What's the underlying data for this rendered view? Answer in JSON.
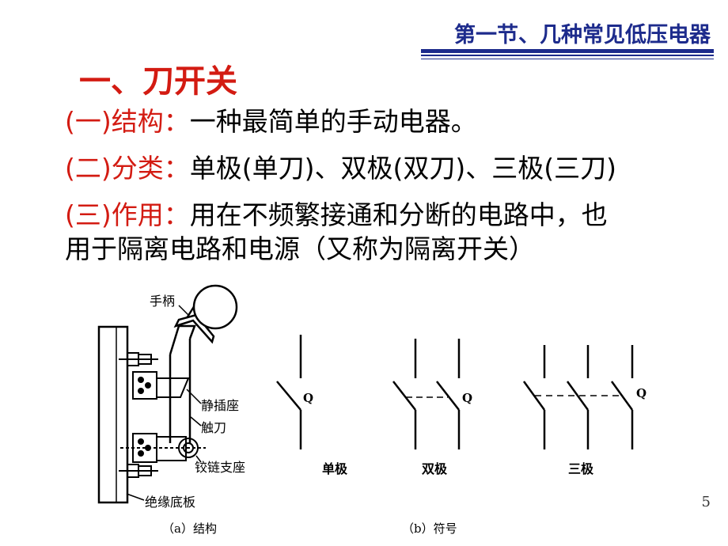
{
  "header": {
    "title": "第一节、几种常见低压电器"
  },
  "section": {
    "heading": "一、刀开关"
  },
  "lines": [
    {
      "label": "(一)结构：",
      "text": "一种最简单的手动电器。"
    },
    {
      "label": "(二)分类：",
      "text": "单极(单刀)、双极(双刀)、三极(三刀)"
    },
    {
      "label": "(三)作用：",
      "text": "用在不频繁接通和分断的电路中，也"
    },
    {
      "label": "",
      "text": "用于隔离电路和电源（又称为隔离开关）"
    }
  ],
  "structure_diagram": {
    "labels": {
      "handle": "手柄",
      "static_socket": "静插座",
      "contact_blade": "触刀",
      "hinge_support": "铰链支座",
      "insulating_base": "绝缘底板"
    },
    "caption": "（a）结构"
  },
  "symbol_diagram": {
    "q_label": "Q",
    "single_pole": "单极",
    "double_pole": "双极",
    "triple_pole": "三极",
    "caption": "（b）符号"
  },
  "page_number": "5",
  "colors": {
    "header_blue": "#1d2b8c",
    "heading_red": "#d31b12"
  }
}
